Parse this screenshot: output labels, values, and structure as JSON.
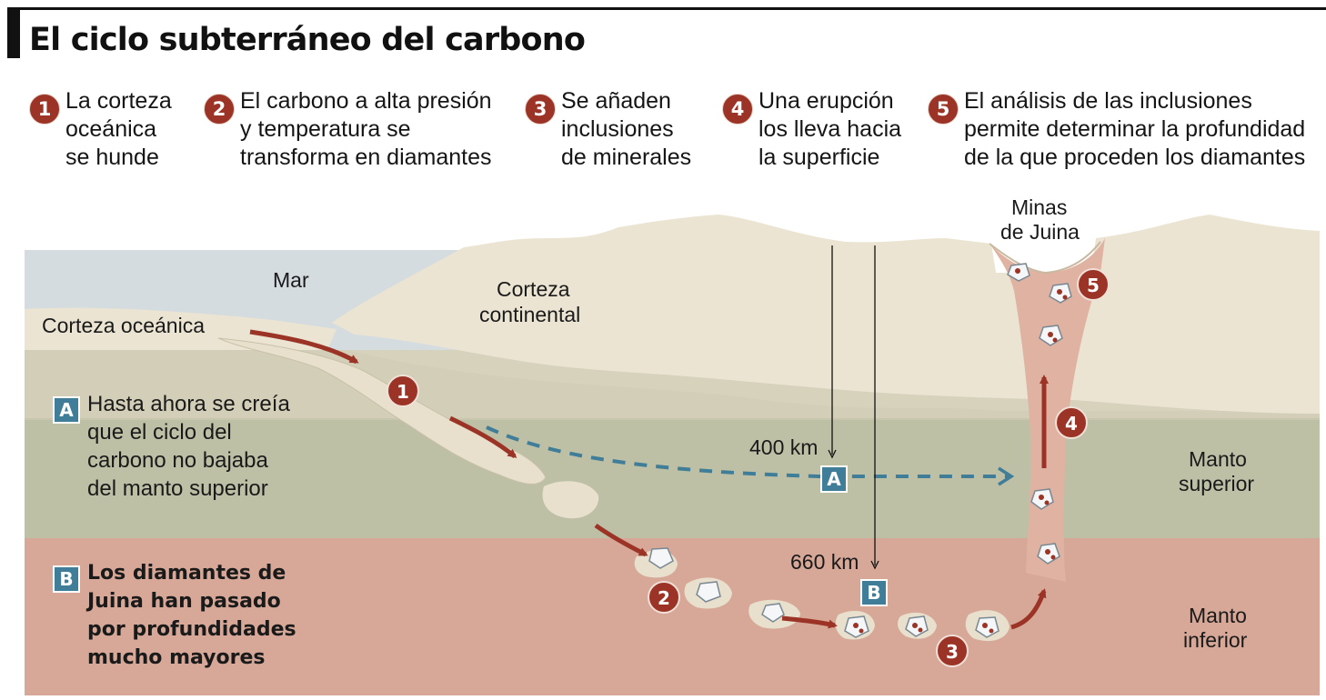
{
  "title": "El ciclo subterráneo del carbono",
  "steps": [
    {
      "number": "1",
      "text": "La corteza\noceánica\nse hunde"
    },
    {
      "number": "2",
      "text": "El carbono a alta presión\ny temperatura se\ntransforma en diamantes"
    },
    {
      "number": "3",
      "text": "Se añaden\ninclusiones\nde minerales"
    },
    {
      "number": "4",
      "text": "Una erupción\nlos lleva hacia\nla superficie"
    },
    {
      "number": "5",
      "text": "El análisis de las inclusiones\npermite determinar la profundidad\nde la que proceden los diamantes"
    }
  ],
  "labels": {
    "sea": "Mar",
    "oceanic_crust": "Corteza oceánica",
    "continental_crust_1": "Corteza",
    "continental_crust_2": "continental",
    "mines_1": "Minas",
    "mines_2": "de Juina",
    "upper_mantle_1": "Manto",
    "upper_mantle_2": "superior",
    "lower_mantle_1": "Manto",
    "lower_mantle_2": "inferior",
    "depth_400": "400 km",
    "depth_660": "660 km"
  },
  "notes": {
    "a_letter": "A",
    "a_text": "Hasta ahora se creía\nque el ciclo del\ncarbono no bajaba\ndel manto superior",
    "b_letter": "B",
    "b_text": "Los diamantes de\nJuina han pasado\npor profundidades\nmucho mayores"
  },
  "colors": {
    "sea": "#d5dcdf",
    "crust": "#ebe4d2",
    "lower_crust": "#d6d2bc",
    "upper_mantle": "#bec0a6",
    "lower_mantle": "#d7a898",
    "plume": "#e0b2a2",
    "accent_red": "#9b3426",
    "accent_blue": "#3f7d98"
  }
}
